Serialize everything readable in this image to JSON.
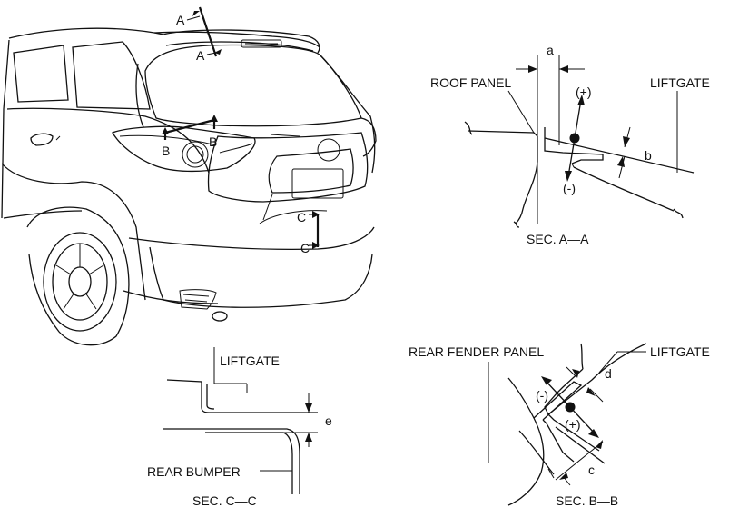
{
  "car_view": {
    "markers": {
      "a_top": "A",
      "a_bottom": "A",
      "b_left": "B",
      "b_right": "B",
      "c_top": "C",
      "c_bottom": "C"
    }
  },
  "section_aa": {
    "caption": "SEC. A—A",
    "roof_panel": "ROOF PANEL",
    "liftgate": "LIFTGATE",
    "dim_a": "a",
    "dim_b": "b",
    "plus": "(+)",
    "minus": "(-)"
  },
  "section_bb": {
    "caption": "SEC. B—B",
    "rear_fender_panel": "REAR FENDER PANEL",
    "liftgate": "LIFTGATE",
    "dim_c": "c",
    "dim_d": "d",
    "plus": "(+)",
    "minus": "(-)"
  },
  "section_cc": {
    "caption": "SEC. C—C",
    "liftgate": "LIFTGATE",
    "rear_bumper": "REAR BUMPER",
    "dim_e": "e"
  }
}
